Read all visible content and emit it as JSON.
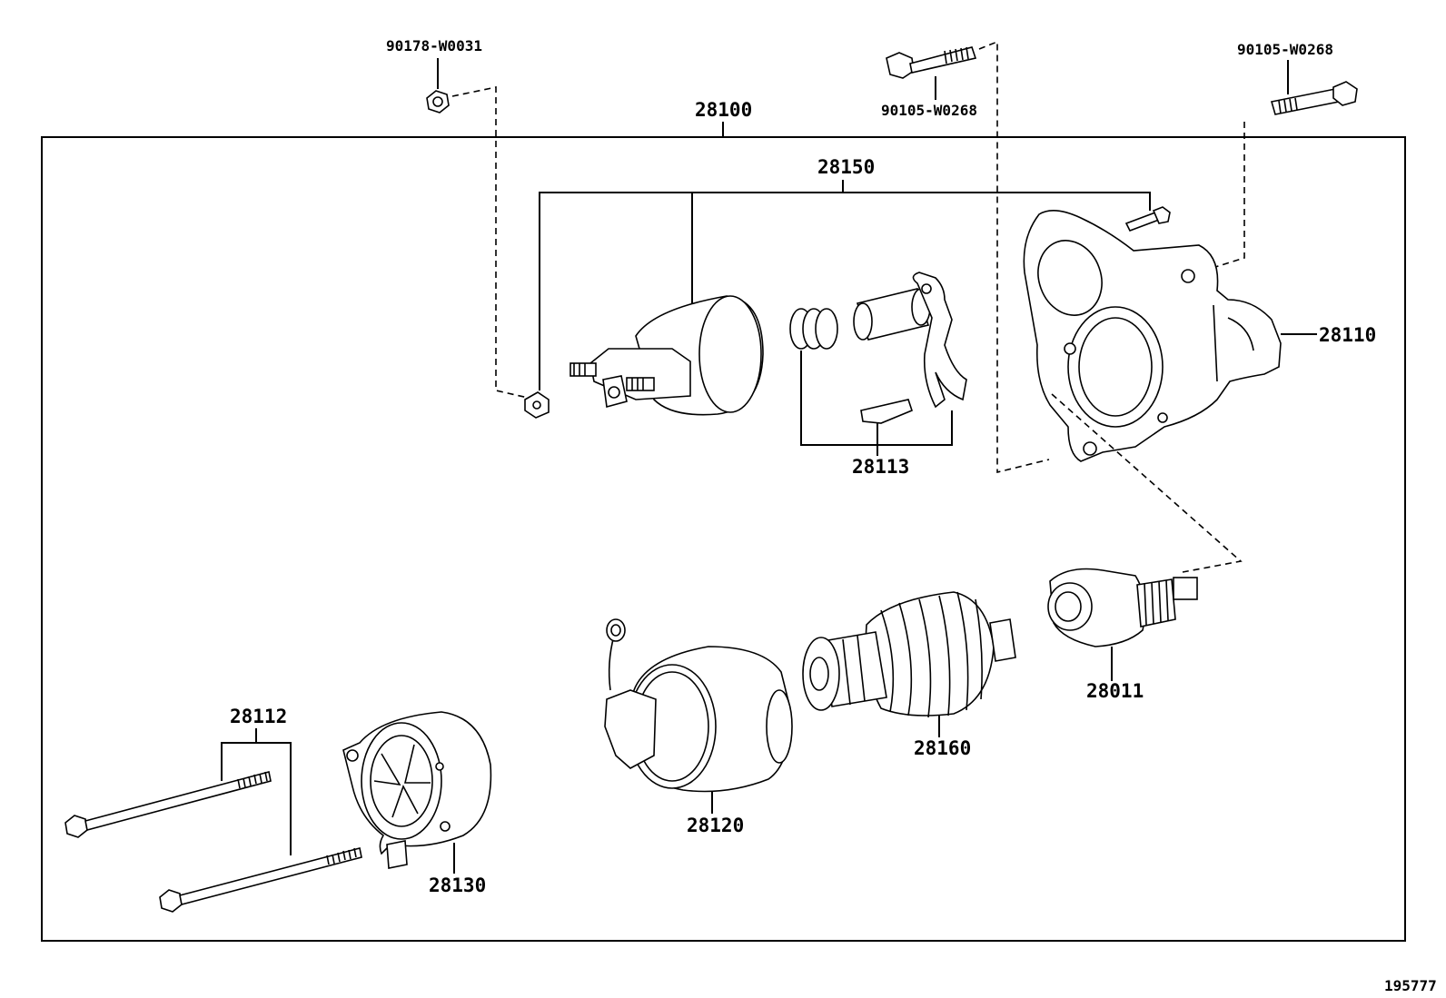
{
  "diagram": {
    "frame_label": "28100",
    "labels": {
      "nut_top": "90178-W0031",
      "bolt_mid": "90105-W0268",
      "bolt_right": "90105-W0268",
      "solenoid_group": "28150",
      "lever_set": "28113",
      "housing": "28110",
      "clutch": "28011",
      "armature": "28160",
      "yoke": "28120",
      "through_bolts": "28112",
      "end_frame": "28130"
    },
    "ref_number": "195777"
  }
}
